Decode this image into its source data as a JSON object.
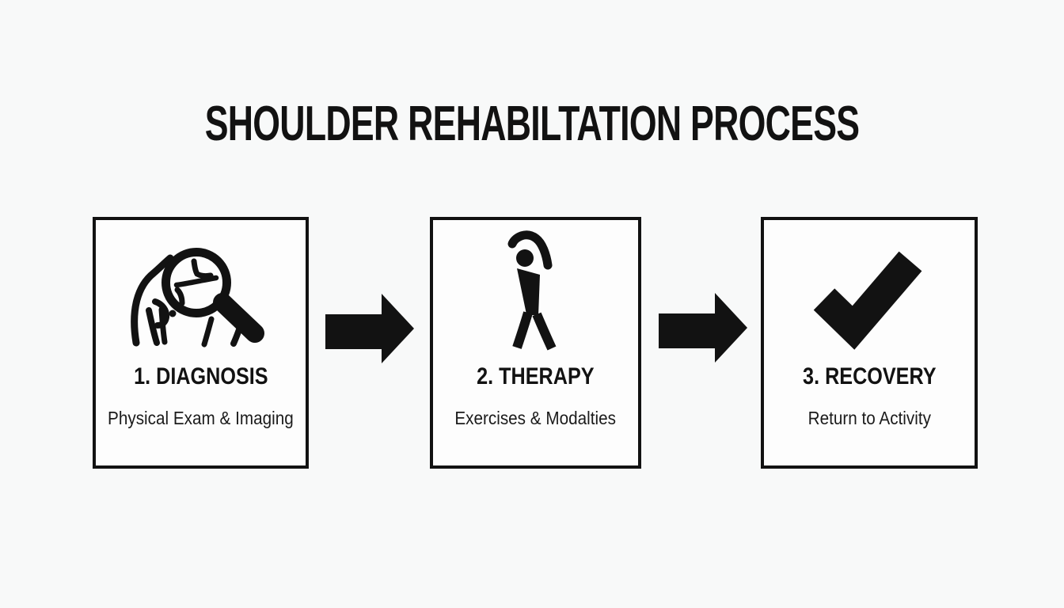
{
  "title": "SHOULDER REHABILTATION PROCESS",
  "steps": [
    {
      "label": "1. DIAGNOSIS",
      "subtitle": "Physical Exam & Imaging",
      "icon": "shoulder-magnifier-icon"
    },
    {
      "label": "2. THERAPY",
      "subtitle": "Exercises & Modalties",
      "icon": "stretching-person-icon"
    },
    {
      "label": "3. RECOVERY",
      "subtitle": "Return to Activity",
      "icon": "checkmark-icon"
    }
  ],
  "arrows": [
    {
      "name": "arrow-diagnosis-to-therapy",
      "direction": "right"
    },
    {
      "name": "arrow-therapy-to-recovery",
      "direction": "right"
    }
  ],
  "colors": {
    "background": "#f8f9f9",
    "box_background": "#fdfdfd",
    "ink": "#121212"
  }
}
